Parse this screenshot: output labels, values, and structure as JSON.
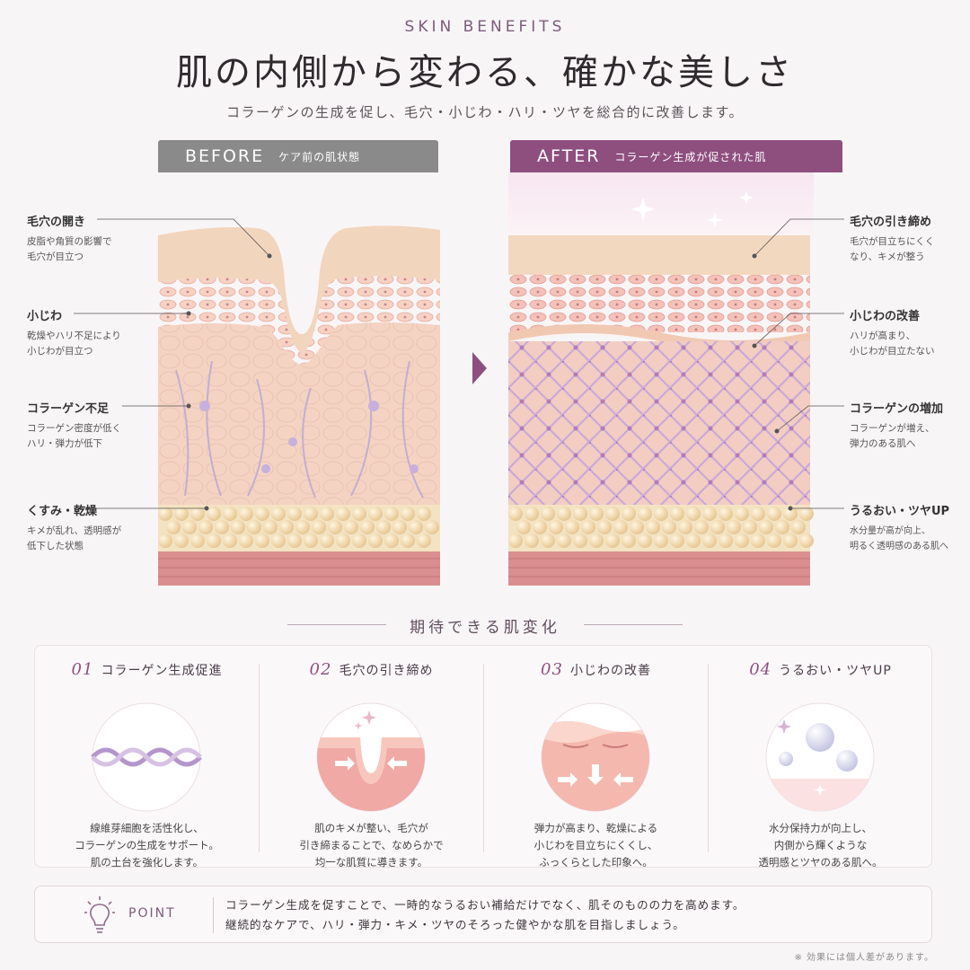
{
  "header": {
    "eyebrow": "SKIN BENEFITS",
    "title": "肌の内側から変わる、確かな美しさ",
    "lead": "コラーゲンの生成を促し、毛穴・小じわ・ハリ・ツヤを総合的に改善します。"
  },
  "before": {
    "title": "BEFORE",
    "subtitle": "ケア前の肌状態",
    "labels": [
      {
        "title": "毛穴の開き",
        "desc": "皮脂や角質の影響で\n毛穴が目立つ"
      },
      {
        "title": "小じわ",
        "desc": "乾燥やハリ不足により\n小じわが目立つ"
      },
      {
        "title": "コラーゲン不足",
        "desc": "コラーゲン密度が低く\nハリ・弾力が低下"
      },
      {
        "title": "くすみ・乾燥",
        "desc": "キメが乱れ、透明感が\n低下した状態"
      }
    ]
  },
  "after": {
    "title": "AFTER",
    "subtitle": "コラーゲン生成が促された肌",
    "labels": [
      {
        "title": "毛穴の引き締め",
        "desc": "毛穴が目立ちにくく\nなり、キメが整う"
      },
      {
        "title": "小じわの改善",
        "desc": "ハリが高まり、\n小じわが目立たない"
      },
      {
        "title": "コラーゲンの増加",
        "desc": "コラーゲンが増え、\n弾力のある肌へ"
      },
      {
        "title": "うるおい・ツヤUP",
        "desc": "水分量が高が向上、\n明るく透明感のある肌へ"
      }
    ]
  },
  "changes": {
    "title": "期待できる肌変化",
    "cards": [
      {
        "num": "01",
        "title": "コラーゲン生成促進",
        "icon": "collagen-strand-icon",
        "desc": "線維芽細胞を活性化し、\nコラーゲンの生成をサポート。\n肌の土台を強化します。"
      },
      {
        "num": "02",
        "title": "毛穴の引き締め",
        "icon": "pore-tightening-icon",
        "desc": "肌のキメが整い、毛穴が\n引き締まることで、なめらかで\n均一な肌質に導きます。"
      },
      {
        "num": "03",
        "title": "小じわの改善",
        "icon": "wrinkle-smoothing-icon",
        "desc": "弾力が高まり、乾燥による\n小じわを目立ちにくくし、\nふっくらとした印象へ。"
      },
      {
        "num": "04",
        "title": "うるおい・ツヤUP",
        "icon": "moisture-bubbles-icon",
        "desc": "水分保持力が向上し、\n内側から輝くような\n透明感とツヤのある肌へ。"
      }
    ]
  },
  "point": {
    "label": "POINT",
    "icon": "lightbulb-icon",
    "text": "コラーゲン生成を促すことで、一時的なうるおい補給だけでなく、肌そのものの力を高めます。\n継続的なケアで、ハリ・弾力・キメ・ツヤのそろった健やかな肌を目指しましょう。"
  },
  "footnote": "※ 効果には個人差があります。",
  "colors": {
    "accent": "#8e4f7f",
    "before_header": "#8a8a8a",
    "skin_top": "#f4d9c4",
    "dermis": "#f2c9bd",
    "fat": "#f0dcb0",
    "muscle": "#d68a8a"
  }
}
